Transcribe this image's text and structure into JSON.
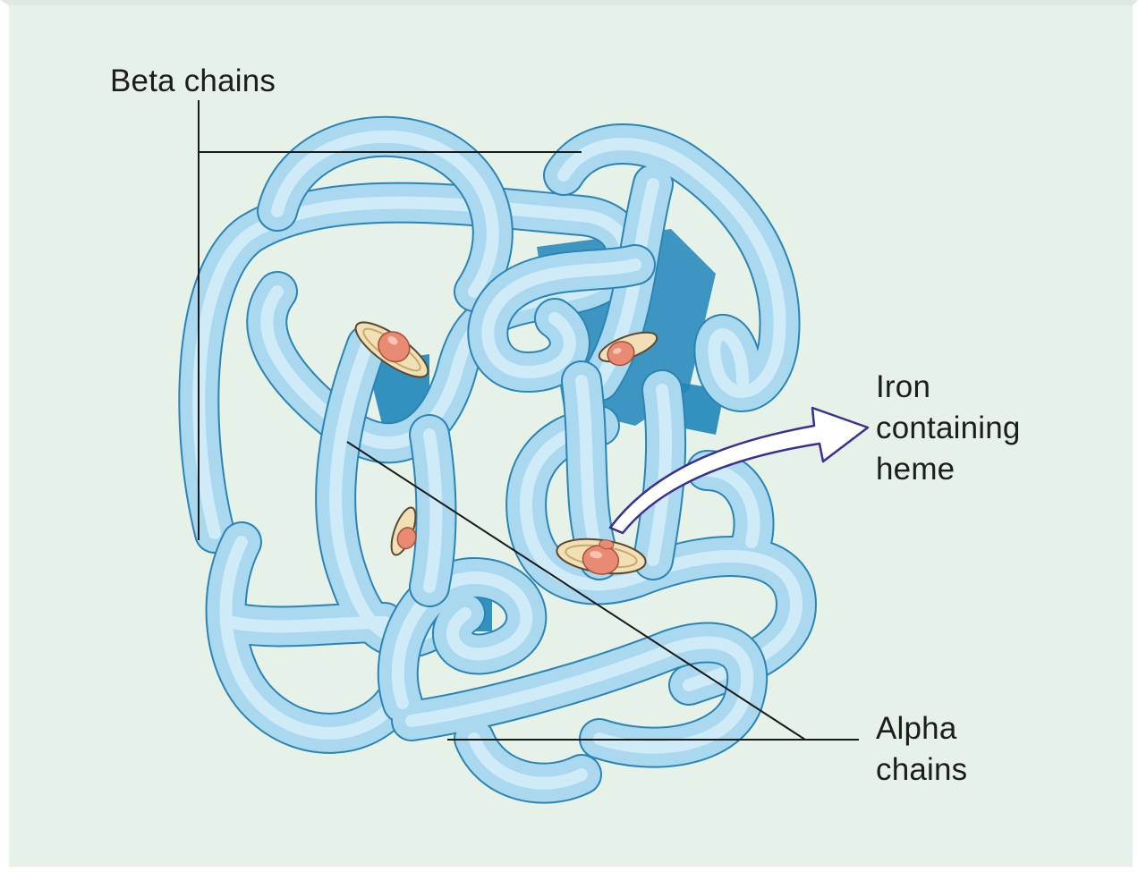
{
  "labels": {
    "beta": "Beta chains",
    "iron": [
      "Iron",
      "containing",
      "heme"
    ],
    "alpha": [
      "Alpha",
      "chains"
    ]
  },
  "colors": {
    "background": "#e6f1e8",
    "chain_fill": "#a9d8ef",
    "chain_highlight": "#d3eef9",
    "chain_outline": "#2a84b6",
    "chain_shadow": "#1f86ba",
    "heme_disc": "#f1dfb6",
    "heme_iron": "#e98a72",
    "arrow_fill": "#ffffff",
    "arrow_outline": "#3a2f93",
    "leader_line": "#1a1a1a"
  },
  "icons": {
    "heme": "heme-disc-icon",
    "arrow": "curved-arrow-icon"
  }
}
